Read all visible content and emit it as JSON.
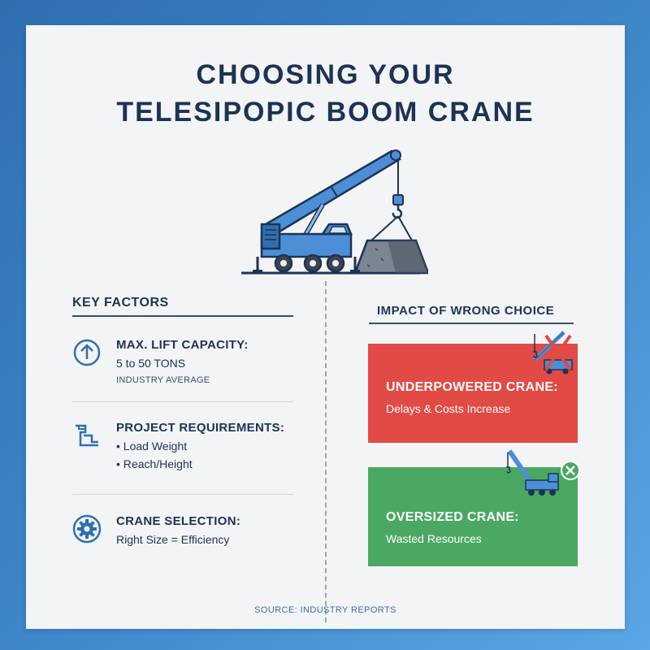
{
  "title": {
    "line1": "CHOOSING YOUR",
    "line2": "TELESIPOPIC BOOM CRANE"
  },
  "key_factors": {
    "heading": "KEY FACTORS",
    "items": [
      {
        "icon": "arrow-up-circle-icon",
        "title": "MAX. LIFT CAPACITY:",
        "lines": [
          "5 to 50 TONS"
        ],
        "note": "INDUSTRY AVERAGE"
      },
      {
        "icon": "pipe-layout-icon",
        "title": "PROJECT REQUIREMENTS:",
        "lines": [
          "• Load Weight",
          "• Reach/Height"
        ]
      },
      {
        "icon": "gear-icon",
        "title": "CRANE SELECTION:",
        "lines": [
          "Right Size = Efficiency"
        ]
      }
    ]
  },
  "impact": {
    "heading": "IMPACT OF WRONG CHOICE",
    "boxes": [
      {
        "title": "UNDERPOWERED CRANE:",
        "subtitle": "Delays & Costs Increase",
        "color": "#e24a45",
        "icon": "crossed-crane-icon"
      },
      {
        "title": "OVERSIZED CRANE:",
        "subtitle": "Wasted Resources",
        "color": "#4aa862",
        "icon": "crane-with-x-badge-icon"
      }
    ]
  },
  "source": "SOURCE: INDUSTRY REPORTS",
  "colors": {
    "navy": "#1d3354",
    "crane_blue": "#4d8fd6",
    "red": "#e24a45",
    "green": "#4aa862"
  }
}
